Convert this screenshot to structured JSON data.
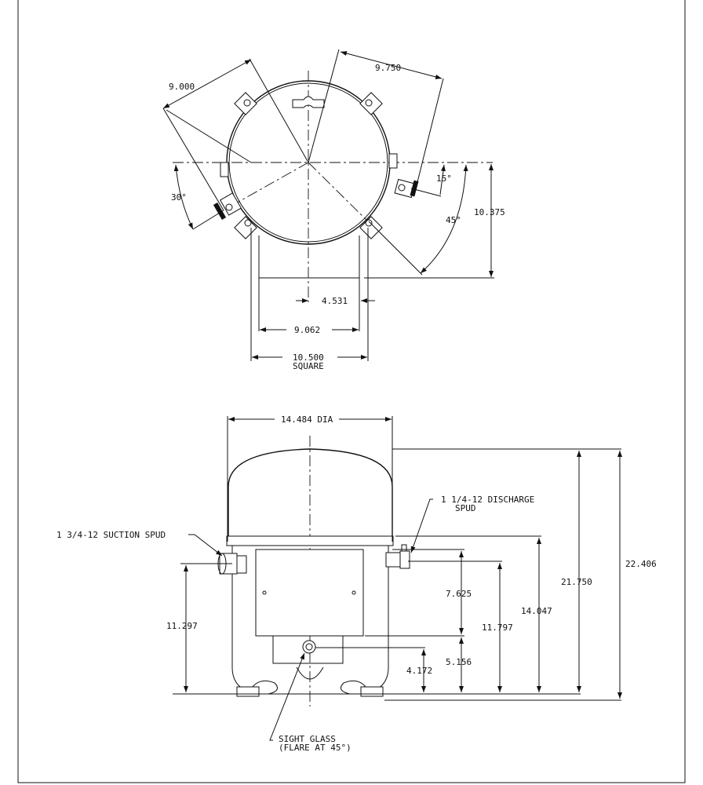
{
  "top_view": {
    "dim_9000": "9.000",
    "dim_9750": "9.750",
    "angle_30": "30°",
    "angle_15": "15°",
    "angle_45": "45°",
    "dim_10375": "10.375",
    "dim_4531": "4.531",
    "dim_9062": "9.062",
    "dim_10500": "10.500",
    "dim_10500_note": "SQUARE"
  },
  "side_view": {
    "dia": "14.484 DIA",
    "suction": "1 3/4-12 SUCTION SPUD",
    "discharge_1": "1 1/4-12 DISCHARGE",
    "discharge_2": "SPUD",
    "sight_1": "SIGHT GLASS",
    "sight_2": "(FLARE AT 45°)",
    "dim_22406": "22.406",
    "dim_21750": "21.750",
    "dim_14047": "14.047",
    "dim_11797": "11.797",
    "dim_7625": "7.625",
    "dim_5156": "5.156",
    "dim_4172": "4.172",
    "dim_11297": "11.297"
  }
}
